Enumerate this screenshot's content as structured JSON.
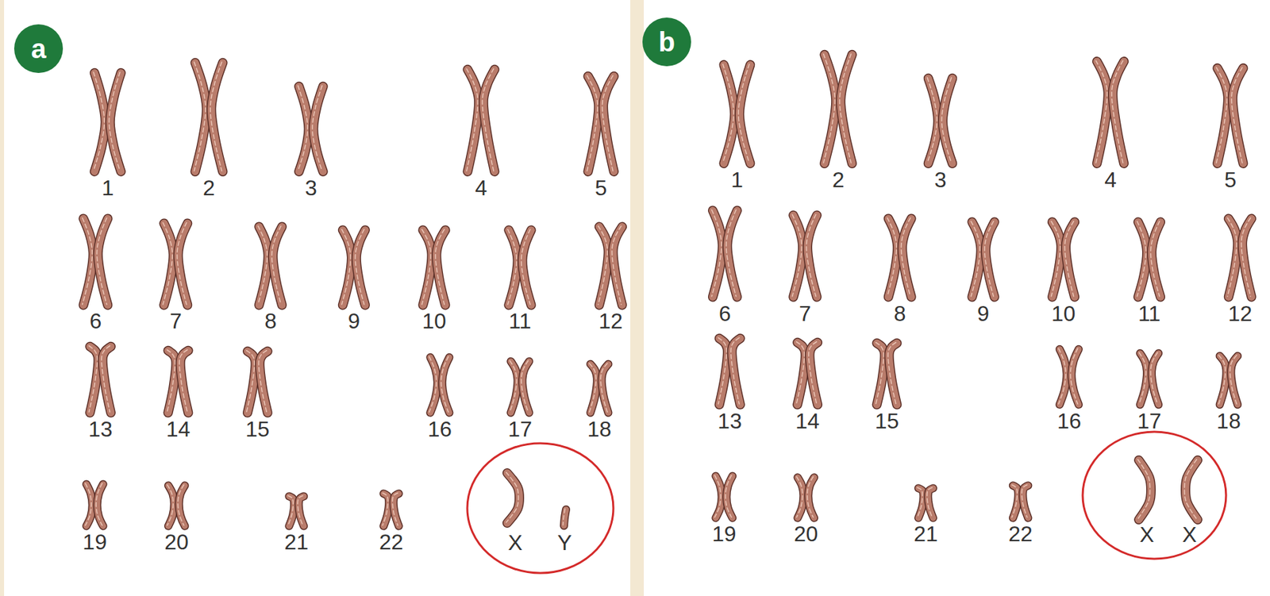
{
  "diagram": {
    "nodes": [
      {
        "text": [
          "a"
        ]
      },
      {
        "text": [
          "X",
          "Y"
        ]
      },
      {
        "text": [
          "b"
        ]
      },
      {
        "text": [
          "X",
          "X"
        ]
      }
    ],
    "labels": [
      "1",
      "2",
      "3",
      "4",
      "5",
      "6",
      "7",
      "8",
      "9",
      "10",
      "11",
      "12",
      "13",
      "14",
      "15",
      "16",
      "17",
      "18",
      "19",
      "20",
      "21",
      "22",
      "1",
      "2",
      "3",
      "4",
      "5",
      "6",
      "7",
      "8",
      "9",
      "10",
      "11",
      "12",
      "13",
      "14",
      "15",
      "16",
      "17",
      "18",
      "19",
      "20",
      "21",
      "22"
    ]
  }
}
